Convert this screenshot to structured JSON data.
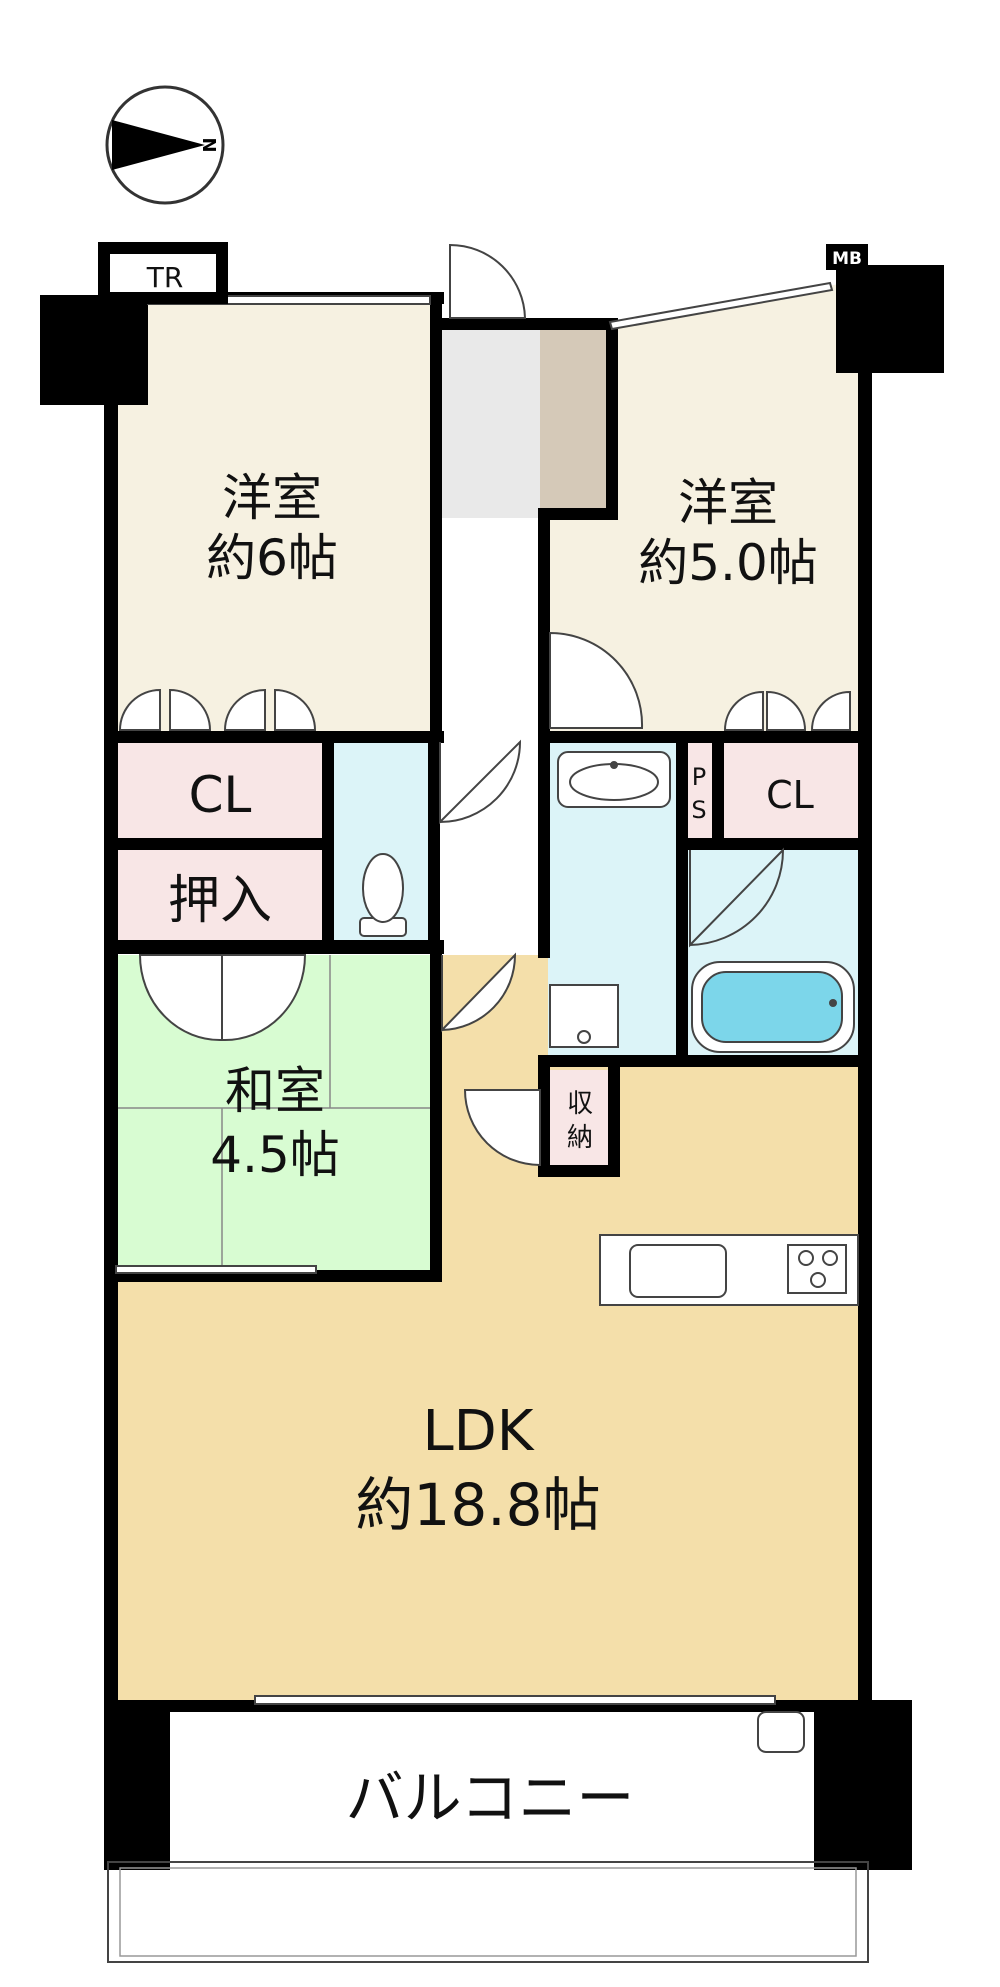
{
  "compass": {
    "label": "N"
  },
  "labels": {
    "tr": "TR",
    "mb": "MB",
    "bedroom1_name": "洋室",
    "bedroom1_size": "約6帖",
    "bedroom2_name": "洋室",
    "bedroom2_size": "約5.0帖",
    "closet1": "CL",
    "closet2": "CL",
    "oshiire": "押入",
    "ps_p": "P",
    "ps_s": "S",
    "washitsu_name": "和室",
    "washitsu_size": "4.5帖",
    "storage_1": "収",
    "storage_2": "納",
    "ldk_name": "LDK",
    "ldk_size": "約18.8帖",
    "balcony": "バルコニー"
  },
  "colors": {
    "western_room": "#f6f1e1",
    "closet": "#f8e6e6",
    "wet_area": "#dcf4f8",
    "japanese_room": "#d8fcd2",
    "ldk": "#f4dfaa",
    "entrance_tile": "#e8e8e8",
    "shoe_storage": "#d5c9b8",
    "corridor": "#ffffff",
    "wall": "#000000",
    "bath_water": "#7cd6ea"
  }
}
